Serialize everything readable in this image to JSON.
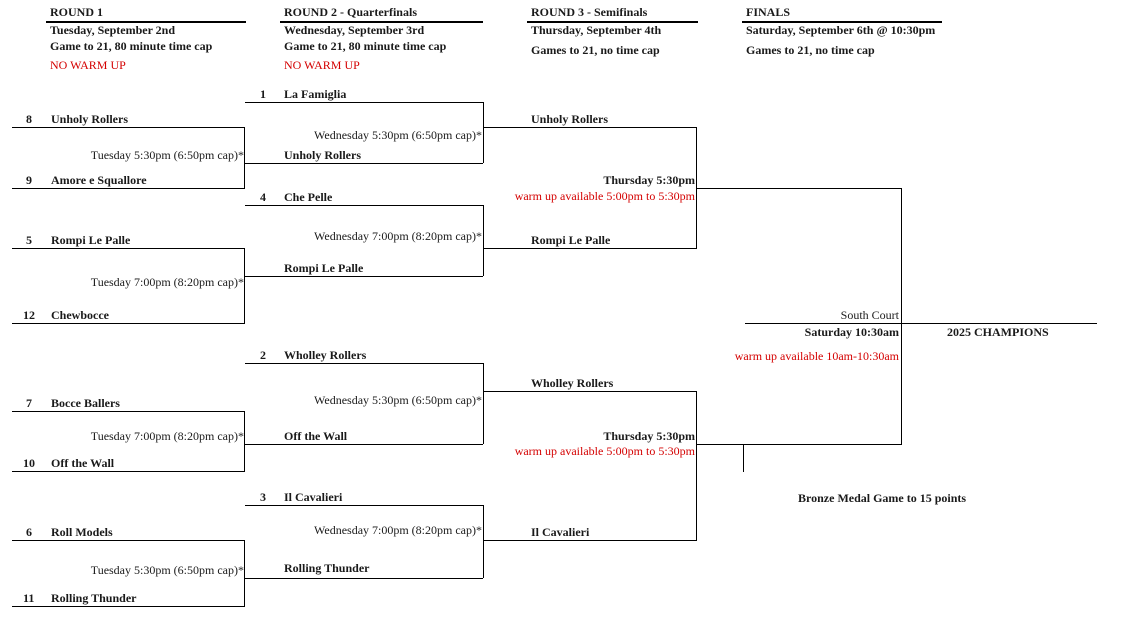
{
  "headers": {
    "r1": {
      "title": "ROUND 1",
      "date": "Tuesday, September 2nd",
      "format": "Game to 21, 80 minute time cap",
      "note": "NO WARM UP"
    },
    "r2": {
      "title": "ROUND 2 - Quarterfinals",
      "date": "Wednesday, September 3rd",
      "format": "Game to 21, 80 minute time cap",
      "note": "NO WARM UP"
    },
    "r3": {
      "title": "ROUND 3 - Semifinals",
      "date": "Thursday, September 4th",
      "format": "Games to 21, no time cap"
    },
    "finals": {
      "title": "FINALS",
      "date": "Saturday, September 6th @ 10:30pm",
      "format": "Games to 21, no time cap"
    }
  },
  "round1": {
    "t8": {
      "seed": "8",
      "name": "Unholy Rollers"
    },
    "t9": {
      "seed": "9",
      "name": "Amore e Squallore"
    },
    "t5": {
      "seed": "5",
      "name": "Rompi Le Palle"
    },
    "t12": {
      "seed": "12",
      "name": "Chewbocce"
    },
    "t7": {
      "seed": "7",
      "name": "Bocce Ballers"
    },
    "t10": {
      "seed": "10",
      "name": "Off the Wall"
    },
    "t6": {
      "seed": "6",
      "name": "Roll Models"
    },
    "t11": {
      "seed": "11",
      "name": "Rolling Thunder"
    },
    "g1": "Tuesday 5:30pm (6:50pm cap)*",
    "g2": "Tuesday 7:00pm (8:20pm cap)*",
    "g3": "Tuesday 7:00pm (8:20pm cap)*",
    "g4": "Tuesday 5:30pm (6:50pm cap)*"
  },
  "round2": {
    "s1": {
      "seed": "1",
      "name": "La Famiglia"
    },
    "w1": "Unholy Rollers",
    "s4": {
      "seed": "4",
      "name": "Che Pelle"
    },
    "w2": "Rompi Le Palle",
    "s2": {
      "seed": "2",
      "name": "Wholley Rollers"
    },
    "w3": "Off the Wall",
    "s3": {
      "seed": "3",
      "name": "Il Cavalieri"
    },
    "w4": "Rolling Thunder",
    "g1": "Wednesday 5:30pm (6:50pm cap)*",
    "g2": "Wednesday 7:00pm (8:20pm cap)*",
    "g3": "Wednesday 5:30pm (6:50pm cap)*",
    "g4": "Wednesday 7:00pm (8:20pm cap)*"
  },
  "round3": {
    "a1": "Unholy Rollers",
    "a2": "Rompi Le Palle",
    "b1": "Wholley Rollers",
    "b2": "Il Cavalieri",
    "g1": "Thursday 5:30pm",
    "g1_warm": "warm up available 5:00pm to 5:30pm",
    "g2": "Thursday 5:30pm",
    "g2_warm": "warm up available 5:00pm to 5:30pm"
  },
  "finals": {
    "court": "South Court",
    "time": "Saturday 10:30am",
    "warm": "warm up available 10am-10:30am",
    "champions": "2025 CHAMPIONS",
    "bronze": "Bronze Medal Game to 15 points"
  }
}
